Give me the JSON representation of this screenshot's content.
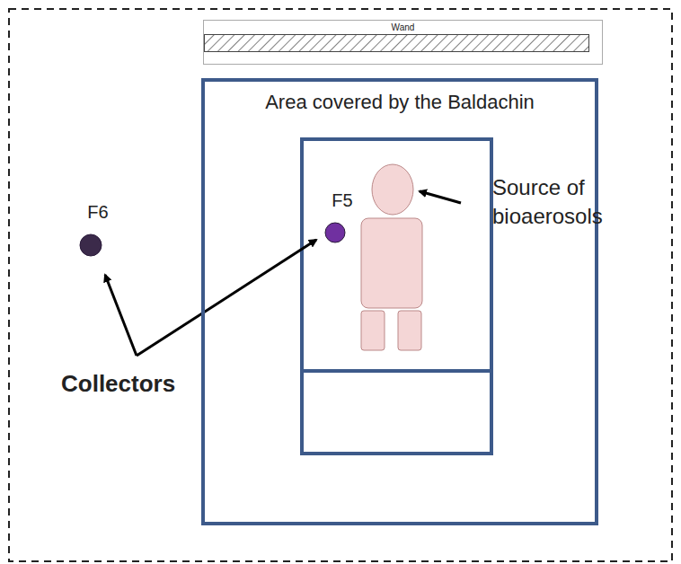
{
  "diagram": {
    "nodes": [
      {
        "text": [
          "Wand"
        ]
      },
      {
        "text": [
          "Area covered by the Baldachin"
        ]
      },
      {
        "text": [
          "F6"
        ]
      },
      {
        "text": [
          "F5"
        ],
        "in": 1
      }
    ],
    "labels": [
      "Source of bioaerosols",
      "Collectors"
    ]
  }
}
